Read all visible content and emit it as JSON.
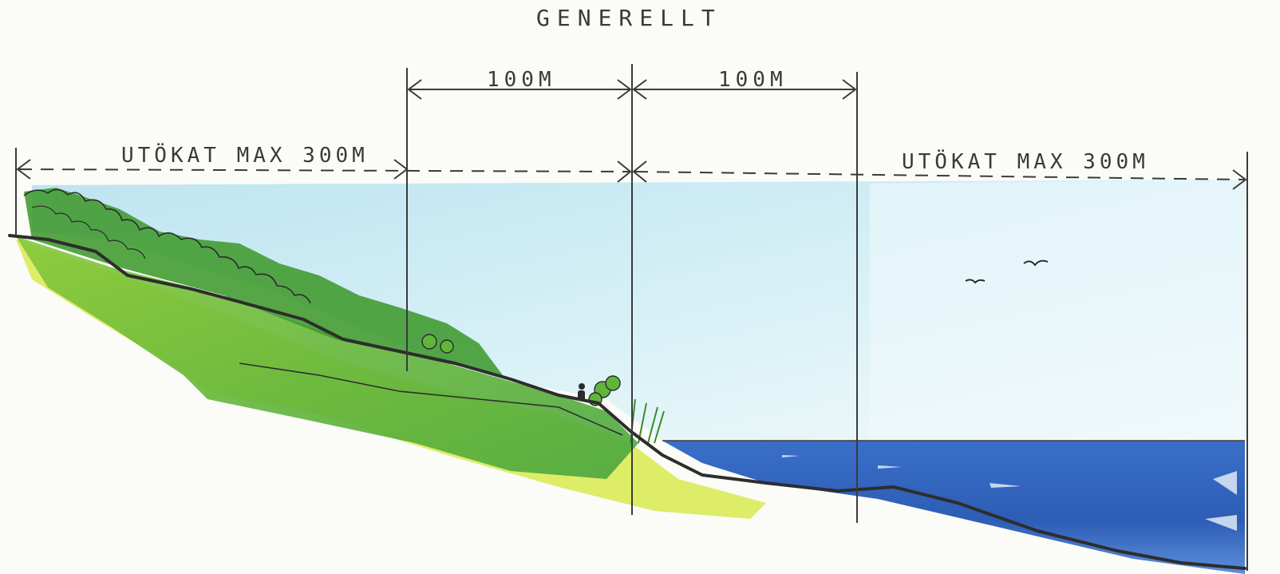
{
  "title": "GENERELLT",
  "dimensions": {
    "left_inner": "100M",
    "right_inner": "100M",
    "left_outer": "UTÖKAT MAX 300M",
    "right_outer": "UTÖKAT MAX 300M"
  },
  "colors": {
    "ink": "#333333",
    "sky": "#bfe6f2",
    "vegetation_dark": "#3f9a2e",
    "vegetation_mid": "#6fc03a",
    "vegetation_light": "#d9ec4a",
    "water": "#2e5fb8",
    "water_light": "#6f9de0"
  }
}
